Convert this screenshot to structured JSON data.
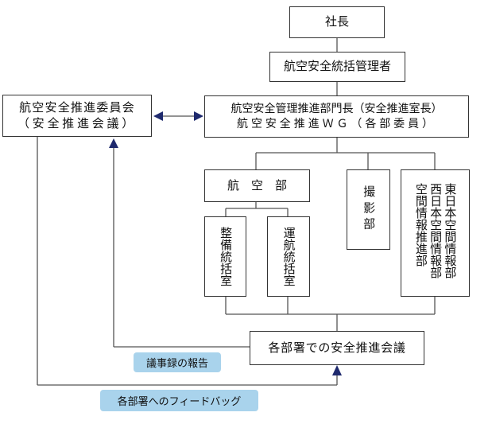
{
  "nodes": {
    "president": "社長",
    "safety_manager": "航空安全統括管理者",
    "committee_line1": "航空安全推進委員会",
    "committee_line2": "（安全推進会議）",
    "dept_head_line1": "航空安全管理推進部門長（安全推進室長）",
    "dept_head_line2": "航空安全推進ＷＧ（各部委員）",
    "aviation_dept": "航　空　部",
    "maintenance_office": "整備統括室",
    "operations_office": "運航統括室",
    "photography_dept": "撮影部",
    "east_japan_dept": "東日本空間情報部",
    "west_japan_dept": "西日本空間情報部",
    "spatial_info_dept": "空間情報推進部",
    "dept_safety_meeting": "各部署での安全推進会議"
  },
  "labels": {
    "minutes_report": "議事録の報告",
    "feedback": "各部署へのフィードバッグ"
  },
  "colors": {
    "line": "#555555",
    "arrow": "#1f2a6e",
    "tag_bg": "#a9d3ec"
  }
}
